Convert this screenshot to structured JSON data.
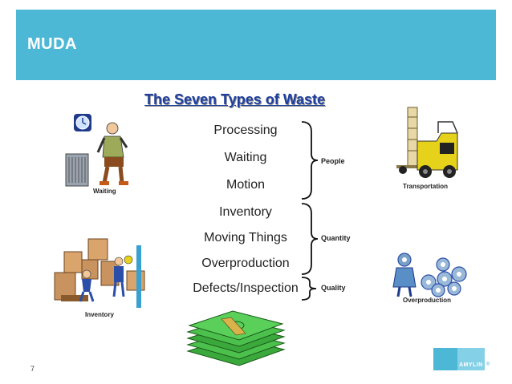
{
  "slide": {
    "title": "MUDA",
    "subtitle": "The Seven Types of Waste",
    "page_number": "7"
  },
  "wastes": [
    "Processing",
    "Waiting",
    "Motion",
    "Inventory",
    "Moving Things",
    "Overproduction",
    "Defects/Inspection"
  ],
  "groups": {
    "people": "People",
    "quantity": "Quantity",
    "quality": "Quality"
  },
  "illustrations": {
    "waiting": "Waiting",
    "transportation": "Transportation",
    "inventory": "Inventory",
    "overproduction": "Overproduction"
  },
  "logo": {
    "text": "AMYLIN",
    "mark": "®"
  },
  "colors": {
    "header": "#4cb8d6",
    "subtitle": "#1f3fa0"
  }
}
